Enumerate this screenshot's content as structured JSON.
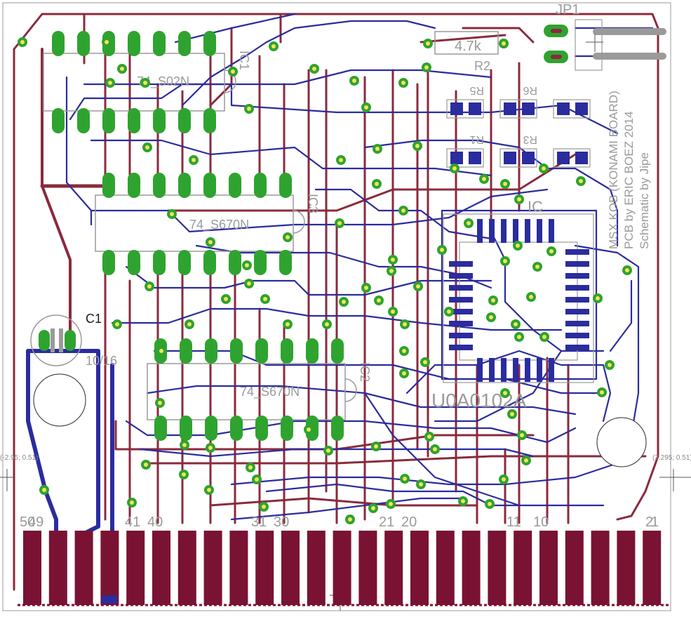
{
  "board": {
    "title_lines": [
      "MSX KOB (KONAMI BOARD)",
      "PCB by ERIC BOEZ 2014",
      "Schematic by Jipe"
    ],
    "coord_left": "(-2.95; 0.51)",
    "coord_right": "(3.295; 0.51)"
  },
  "components": {
    "jp1": "JP1",
    "r2_value": "4.7k",
    "r2_name": "R2",
    "r5": "R5",
    "r6": "R6",
    "r1": "R1",
    "r3": "R3",
    "c1_name": "C1",
    "c1_value": "10/16",
    "ic1_part": "74_S02N",
    "ic1_name": "IC1",
    "ic3_part": "74_S670N",
    "ic3_name": "IC3",
    "ic2_part": "74_S670N",
    "ic2_name": "IC2",
    "u1_part": "U0A0102A",
    "u1_name": "IC"
  },
  "edge_connector": {
    "labels": [
      "50",
      "49",
      "41",
      "40",
      "31",
      "30",
      "21",
      "20",
      "11",
      "10",
      "2",
      "1"
    ]
  },
  "colors": {
    "top_copper": "#8b2a3d",
    "bottom_copper": "#2b2c9e",
    "pad": "#2fa32f",
    "via_ring": "#2fa32f",
    "via_hole": "#f2e35a",
    "silkscreen": "#9a9a9a",
    "finger": "#7a1233",
    "smd": "#2b2c9e"
  }
}
